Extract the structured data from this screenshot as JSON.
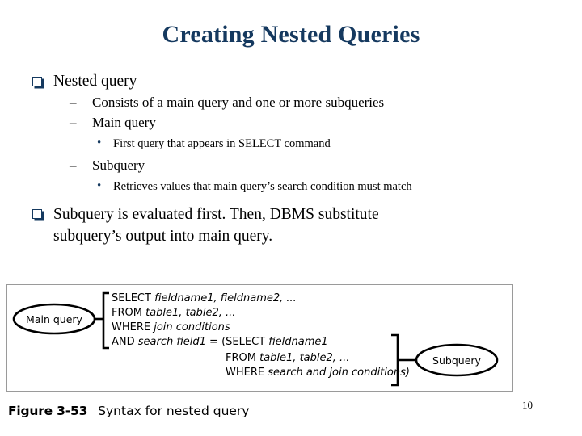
{
  "slide": {
    "title": "Creating Nested Queries",
    "page_number": "10",
    "title_color": "#15395f",
    "bullet_color": "#15395f"
  },
  "bullets": {
    "b1": "Nested query",
    "b1_s1": "Consists of a main query and one or more subqueries",
    "b1_s2": "Main query",
    "b1_s2_d1": "First query that appears in SELECT command",
    "b1_s3": "Subquery",
    "b1_s3_d1": "Retrieves values that main query’s search condition must match",
    "b2_line1": "Subquery is evaluated first. Then, DBMS substitute",
    "b2_line2": "subquery’s output into main query."
  },
  "markers": {
    "level2_dash": "–",
    "level3_dot": "•"
  },
  "figure": {
    "caption_number": "Figure 3-53",
    "caption_text": "Syntax for nested query",
    "main_query_label": "Main query",
    "subquery_label": "Subquery",
    "sql": {
      "line1_kw": "SELECT",
      "line1_it": "fieldname1, fieldname2, ...",
      "line2_kw": "FROM",
      "line2_it": "table1, table2, ...",
      "line3_kw": "WHERE",
      "line3_it": "join conditions",
      "line4_kw": "AND",
      "line4_it1": "search field1",
      "line4_op": " = (",
      "line4_kw2": "SELECT",
      "line4_it2": "fieldname1",
      "line5_kw": "FROM",
      "line5_it": "table1, table2, ...",
      "line6_kw": "WHERE",
      "line6_it": "search and join conditions)"
    }
  }
}
